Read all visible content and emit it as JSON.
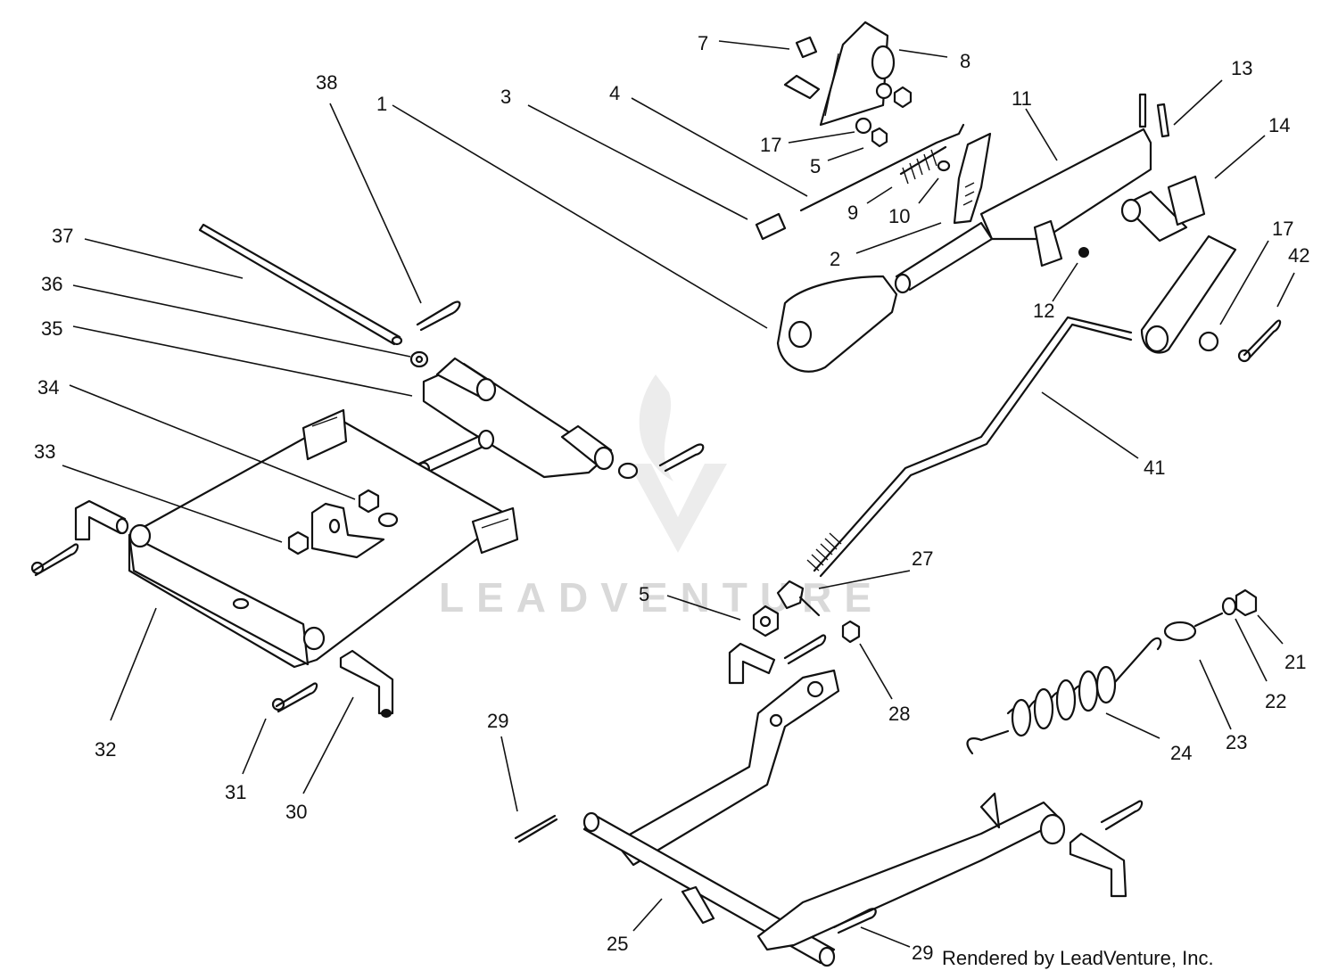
{
  "diagram": {
    "watermark_text": "LEADVENTURE",
    "callouts": [
      {
        "id": "c1",
        "label": "1"
      },
      {
        "id": "c2",
        "label": "2"
      },
      {
        "id": "c3",
        "label": "3"
      },
      {
        "id": "c4",
        "label": "4"
      },
      {
        "id": "c5a",
        "label": "5"
      },
      {
        "id": "c5b",
        "label": "5"
      },
      {
        "id": "c7",
        "label": "7"
      },
      {
        "id": "c8",
        "label": "8"
      },
      {
        "id": "c9",
        "label": "9"
      },
      {
        "id": "c10",
        "label": "10"
      },
      {
        "id": "c11",
        "label": "11"
      },
      {
        "id": "c12",
        "label": "12"
      },
      {
        "id": "c13",
        "label": "13"
      },
      {
        "id": "c14",
        "label": "14"
      },
      {
        "id": "c17a",
        "label": "17"
      },
      {
        "id": "c17b",
        "label": "17"
      },
      {
        "id": "c21",
        "label": "21"
      },
      {
        "id": "c22",
        "label": "22"
      },
      {
        "id": "c23",
        "label": "23"
      },
      {
        "id": "c24",
        "label": "24"
      },
      {
        "id": "c25",
        "label": "25"
      },
      {
        "id": "c27",
        "label": "27"
      },
      {
        "id": "c28",
        "label": "28"
      },
      {
        "id": "c29a",
        "label": "29"
      },
      {
        "id": "c29b",
        "label": "29"
      },
      {
        "id": "c30",
        "label": "30"
      },
      {
        "id": "c31",
        "label": "31"
      },
      {
        "id": "c32",
        "label": "32"
      },
      {
        "id": "c33",
        "label": "33"
      },
      {
        "id": "c34",
        "label": "34"
      },
      {
        "id": "c35",
        "label": "35"
      },
      {
        "id": "c36",
        "label": "36"
      },
      {
        "id": "c37",
        "label": "37"
      },
      {
        "id": "c38",
        "label": "38"
      },
      {
        "id": "c41",
        "label": "41"
      },
      {
        "id": "c42",
        "label": "42"
      }
    ]
  },
  "footer": {
    "credit": "Rendered by LeadVenture, Inc."
  }
}
